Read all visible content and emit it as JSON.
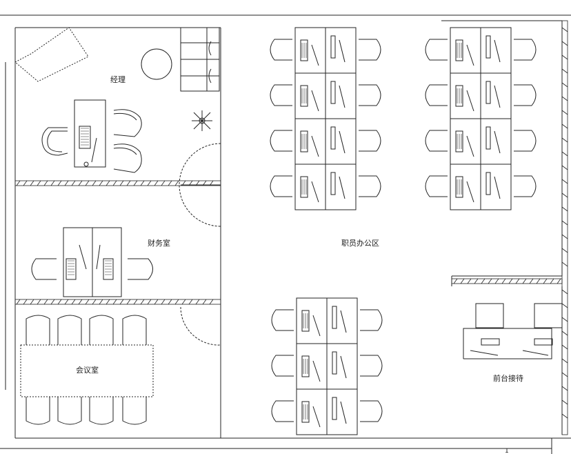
{
  "rooms": [
    {
      "id": "manager",
      "label": "经理"
    },
    {
      "id": "finance",
      "label": "财务室"
    },
    {
      "id": "workspace",
      "label": "职员办公区"
    },
    {
      "id": "meeting",
      "label": "会议室"
    },
    {
      "id": "reception",
      "label": "前台接待"
    }
  ],
  "page_mark": "1"
}
